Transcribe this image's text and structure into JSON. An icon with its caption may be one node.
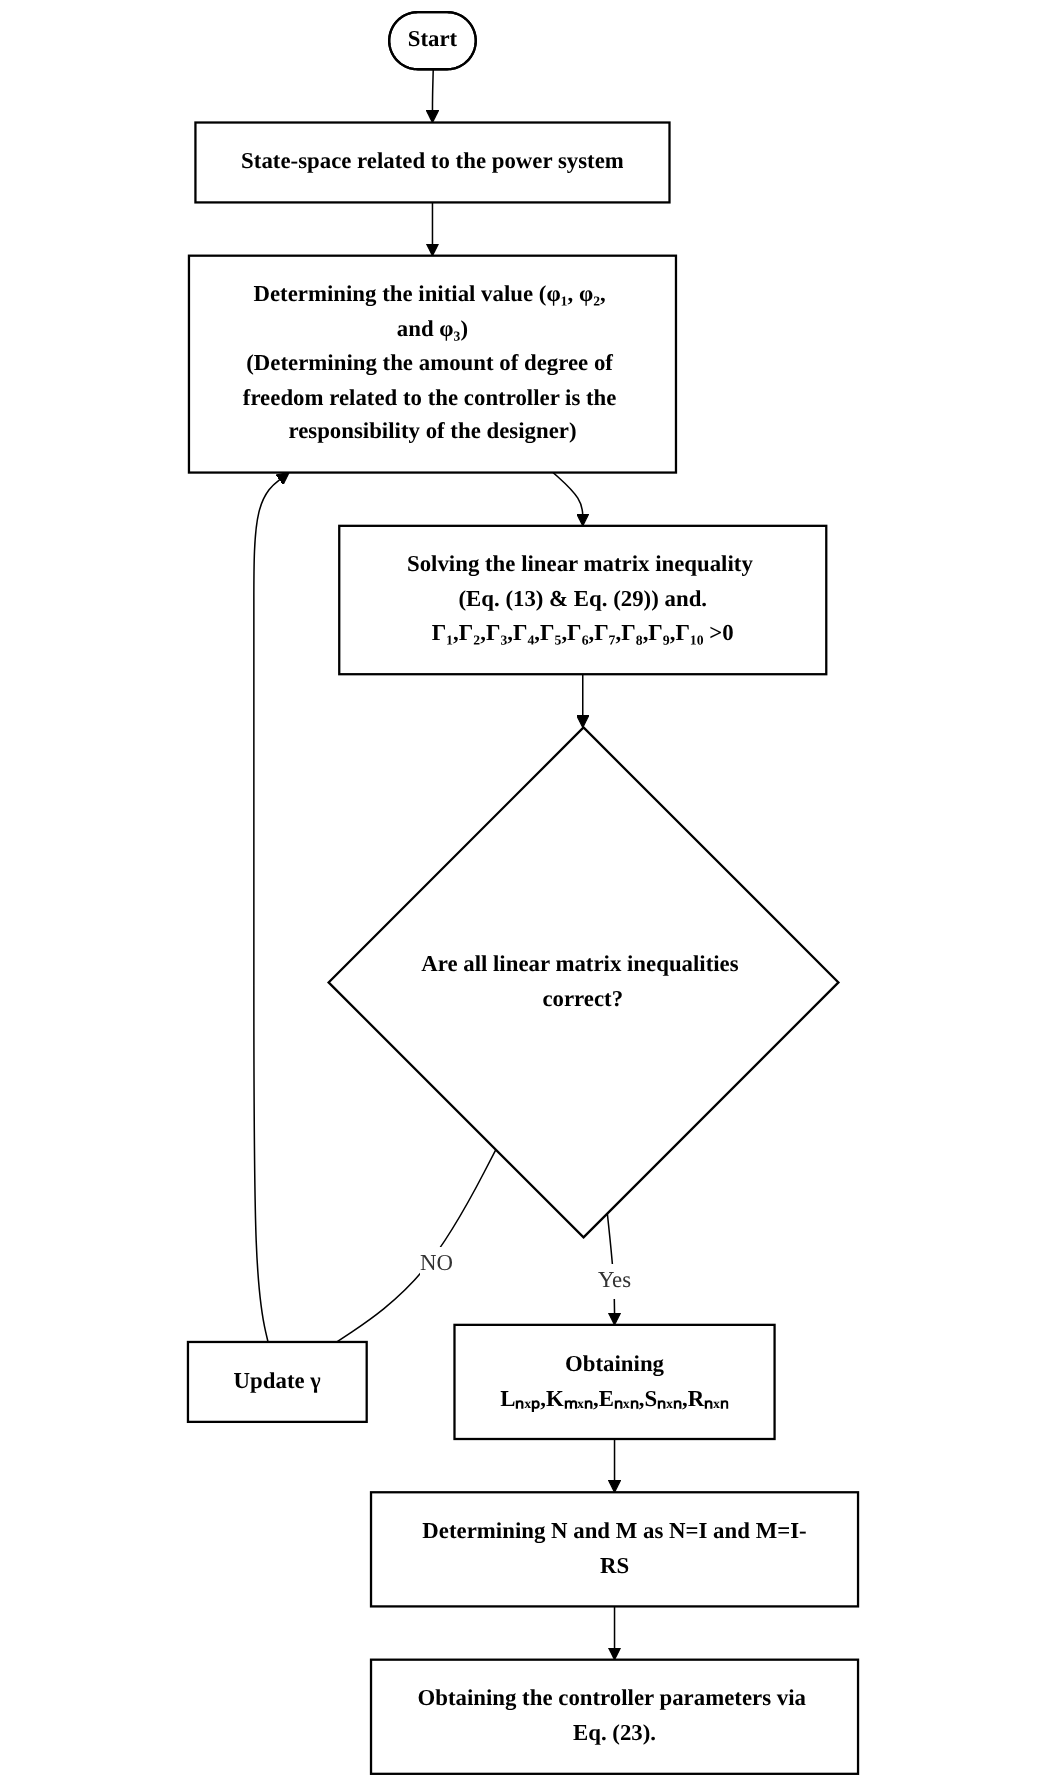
{
  "diagram": {
    "nodes": [
      {
        "text": [
          "Start"
        ]
      },
      {
        "text": [
          "State-space related to the power system"
        ]
      },
      {
        "text": [
          "Determining the initial value (φ₁, φ₂, and φ₃)",
          "(Determining the amount of degree of freedom related to the controller is the responsibility of the designer)"
        ]
      },
      {
        "text": [
          "Solving the linear matrix inequality (Eq. (13) & Eq. (29)) and.",
          "Γ₁,Γ₂,Γ₃,Γ₄,Γ₅,Γ₆,Γ₇,Γ₈,Γ₉,Γ₁₀ >0"
        ]
      },
      {
        "text": [
          "Are all linear matrix inequalities correct?"
        ]
      },
      {
        "text": [
          "Update γ"
        ]
      },
      {
        "text": [
          "Obtaining",
          "Lₙₓₚ,Kₘₓₙ,Eₙₓₙ,Sₙₓₙ,Rₙₓₙ"
        ]
      },
      {
        "text": [
          "Determining N and M as N=I and M=I-RS"
        ]
      },
      {
        "text": [
          "Obtaining the controller parameters via Eq. (23)."
        ]
      }
    ],
    "edges": [
      {
        "from": 0,
        "to": 1,
        "arrow": "to"
      },
      {
        "from": 1,
        "to": 2,
        "arrow": "to"
      },
      {
        "from": 2,
        "to": 3,
        "arrow": "to"
      },
      {
        "from": 3,
        "to": 4,
        "arrow": "to"
      },
      {
        "from": 4,
        "to": 5,
        "arrow": "none",
        "label": "NO"
      },
      {
        "from": 5,
        "to": 2,
        "arrow": "to"
      },
      {
        "from": 4,
        "to": 6,
        "arrow": "to",
        "label": "Yes"
      },
      {
        "from": 6,
        "to": 7,
        "arrow": "to"
      },
      {
        "from": 7,
        "to": 8,
        "arrow": "to"
      }
    ]
  }
}
